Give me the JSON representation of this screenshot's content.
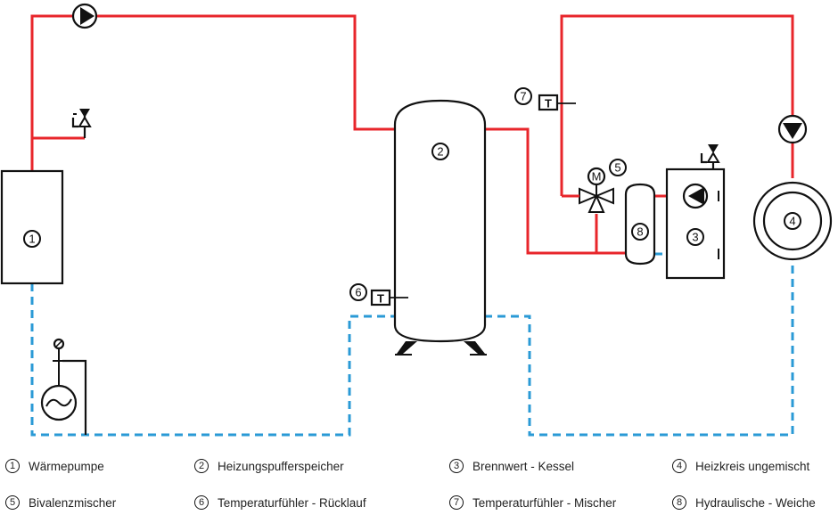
{
  "components": [
    {
      "number": "1",
      "label": "Wärmepumpe"
    },
    {
      "number": "2",
      "label": "Heizungspufferspeicher"
    },
    {
      "number": "3",
      "label": "Brennwert - Kessel"
    },
    {
      "number": "4",
      "label": "Heizkreis ungemischt"
    },
    {
      "number": "5",
      "label": "Bivalenzmischer"
    },
    {
      "number": "6",
      "label": "Temperaturfühler - Rücklauf"
    },
    {
      "number": "7",
      "label": "Temperaturfühler - Mischer"
    },
    {
      "number": "8",
      "label": "Hydraulische - Weiche"
    }
  ],
  "sensor_symbol": "T",
  "motor_symbol": "M",
  "colors": {
    "supply": "#e8262b",
    "return": "#2a9ad6",
    "outline": "#111111"
  }
}
